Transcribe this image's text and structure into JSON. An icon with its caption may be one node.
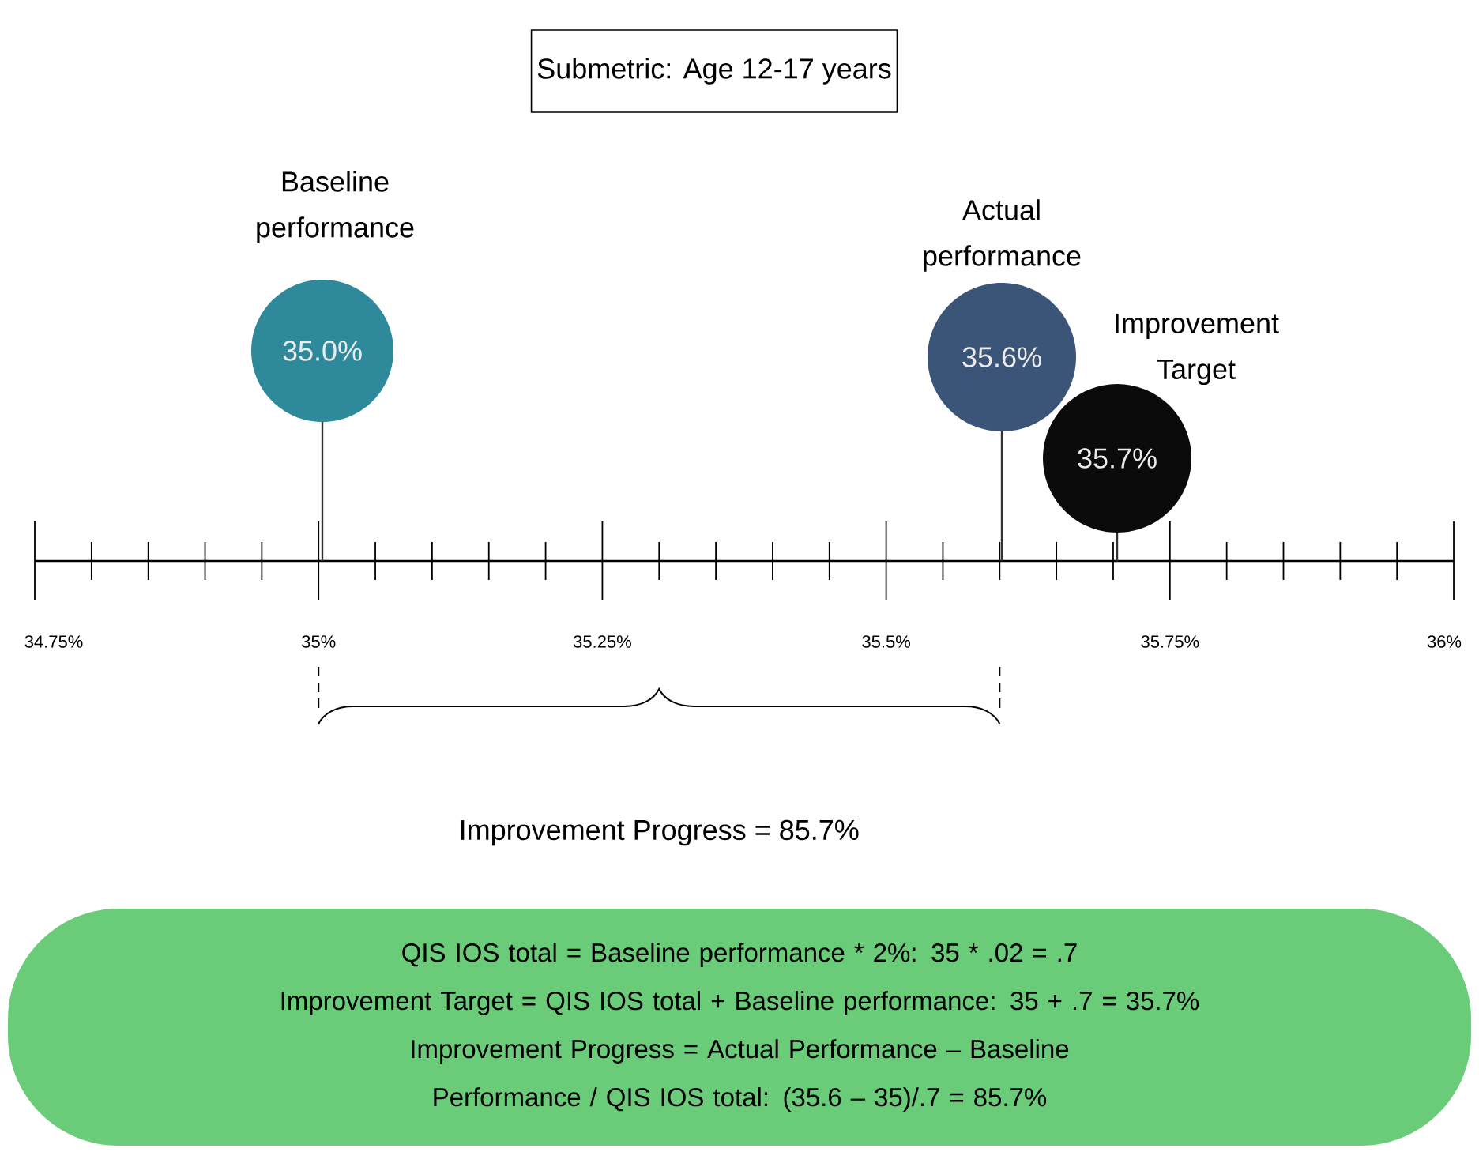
{
  "diagram": {
    "nodes": [
      {
        "text": [
          "Submetric: Age 12-17 years"
        ]
      },
      {
        "text": [
          "Baseline performance",
          "35.0%"
        ]
      },
      {
        "text": [
          "Actual performance",
          "35.6%"
        ]
      },
      {
        "text": [
          "Improvement Target",
          "35.7%"
        ]
      },
      {
        "text": [
          "QIS IOS total = Baseline performance * 2%: 35 * .02 = .7",
          "Improvement Target = QIS IOS total + Baseline performance: 35 + .7 = 35.7%",
          "Improvement Progress = Actual Performance – Baseline Performance / QIS IOS total: (35.6 – 35)/.7 = 85.7%"
        ]
      }
    ],
    "labels": [
      "34.75%",
      "35%",
      "35.25%",
      "35.5%",
      "35.75%",
      "36%",
      "Improvement Progress = 85.7%"
    ]
  }
}
